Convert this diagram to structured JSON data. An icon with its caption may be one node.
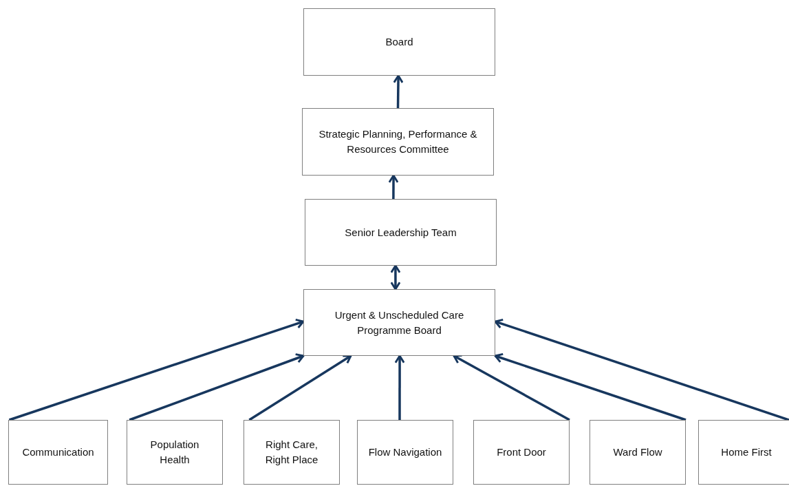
{
  "diagram": {
    "nodes": [
      {
        "text": [
          "Board"
        ]
      },
      {
        "text": [
          "Strategic Planning, Performance & Resources Committee"
        ]
      },
      {
        "text": [
          "Senior Leadership Team"
        ]
      },
      {
        "text": [
          "Urgent & Unscheduled Care Programme Board"
        ]
      },
      {
        "text": [
          "Communication"
        ]
      },
      {
        "text": [
          "Population Health"
        ]
      },
      {
        "text": [
          "Right Care, Right Place"
        ]
      },
      {
        "text": [
          "Flow Navigation"
        ]
      },
      {
        "text": [
          "Front Door"
        ]
      },
      {
        "text": [
          "Ward Flow"
        ]
      },
      {
        "text": [
          "Home First"
        ]
      }
    ],
    "edges": [
      {
        "from": 1,
        "to": 0,
        "arrow": "to"
      },
      {
        "from": 2,
        "to": 1,
        "arrow": "to"
      },
      {
        "from": 2,
        "to": 3,
        "arrow": "both"
      },
      {
        "from": 4,
        "to": 3,
        "arrow": "to"
      },
      {
        "from": 5,
        "to": 3,
        "arrow": "to"
      },
      {
        "from": 6,
        "to": 3,
        "arrow": "to"
      },
      {
        "from": 7,
        "to": 3,
        "arrow": "to"
      },
      {
        "from": 8,
        "to": 3,
        "arrow": "to"
      },
      {
        "from": 9,
        "to": 3,
        "arrow": "to"
      },
      {
        "from": 10,
        "to": 3,
        "arrow": "to"
      }
    ]
  }
}
